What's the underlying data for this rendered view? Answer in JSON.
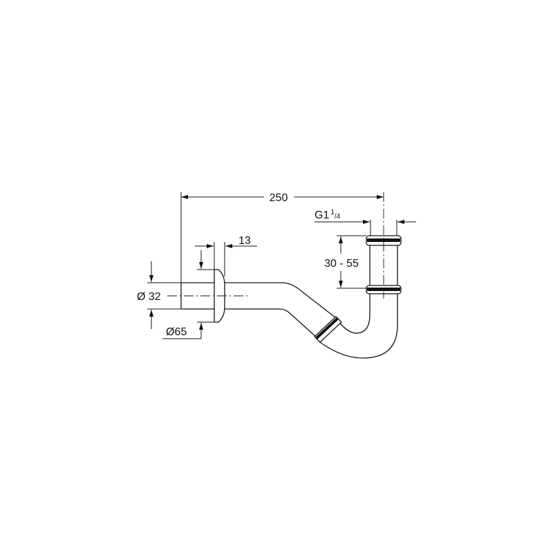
{
  "drawing": {
    "dimensions": {
      "overall_length": "250",
      "thread": "G1",
      "thread_fraction_num": "1",
      "thread_fraction_den": "/4",
      "height_range": "30 - 55",
      "pipe_diameter": "Ø 32",
      "flange_thickness": "13",
      "flange_diameter": "Ø65"
    },
    "colors": {
      "line": "#111111",
      "background": "#ffffff"
    }
  }
}
